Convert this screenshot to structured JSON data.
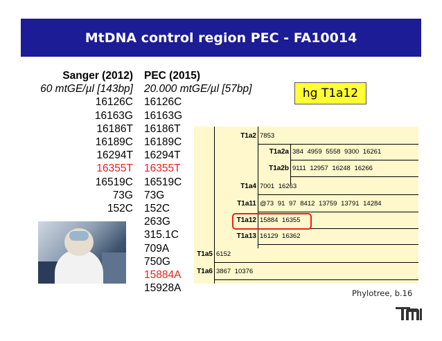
{
  "slide": {
    "title": "MtDNA control region PEC - FA10014",
    "hg_label": "hg T1a12",
    "credit": "Phylotree, b.16",
    "logo_alt": "logo"
  },
  "left_column": {
    "header": "Sanger (2012)",
    "subheader": "60 mtGE/µl [143bp]",
    "values": [
      {
        "text": "16126C",
        "red": false
      },
      {
        "text": "16163G",
        "red": false
      },
      {
        "text": "16186T",
        "red": false
      },
      {
        "text": "16189C",
        "red": false
      },
      {
        "text": "16294T",
        "red": false
      },
      {
        "text": "16355T",
        "red": true
      },
      {
        "text": "16519C",
        "red": false
      },
      {
        "text": "73G",
        "red": false
      },
      {
        "text": "152C",
        "red": false
      }
    ]
  },
  "right_column": {
    "header": "PEC (2015)",
    "subheader": "20.000 mtGE/µl [57bp]",
    "values": [
      {
        "text": "16126C",
        "red": false
      },
      {
        "text": "16163G",
        "red": false
      },
      {
        "text": "16186T",
        "red": false
      },
      {
        "text": "16189C",
        "red": false
      },
      {
        "text": "16294T",
        "red": false
      },
      {
        "text": "16355T",
        "red": true
      },
      {
        "text": "16519C",
        "red": false
      },
      {
        "text": "73G",
        "red": false
      },
      {
        "text": "152C",
        "red": false
      },
      {
        "text": "263G",
        "red": false
      },
      {
        "text": "315.1C",
        "red": false
      },
      {
        "text": "709A",
        "red": false
      },
      {
        "text": "750G",
        "red": false
      },
      {
        "text": "15884A",
        "red": true
      },
      {
        "text": "15928A",
        "red": false
      }
    ]
  },
  "phylotree": [
    {
      "node": "T1a2",
      "mutations": "7853"
    },
    {
      "node": "T1a2a",
      "mutations": "384 4959 5558 9300 16261"
    },
    {
      "node": "T1a2b",
      "mutations": "9111 12957 16248 16266"
    },
    {
      "node": "T1a4",
      "mutations": "7001 16263"
    },
    {
      "node": "T1a11",
      "mutations": "@73 91 97 8412 13759 13791 14284"
    },
    {
      "node": "T1a12",
      "mutations": "15884 16355"
    },
    {
      "node": "T1a13",
      "mutations": "16129 16362"
    },
    {
      "node": "T1a5",
      "mutations": "6152"
    },
    {
      "node": "T1a6",
      "mutations": "3867 10376"
    }
  ],
  "colors": {
    "title_bg": "#1c1c96",
    "highlight_red": "#e4231c",
    "hg_box_bg": "#ffff33",
    "tree_bg": "#fff8cc"
  }
}
